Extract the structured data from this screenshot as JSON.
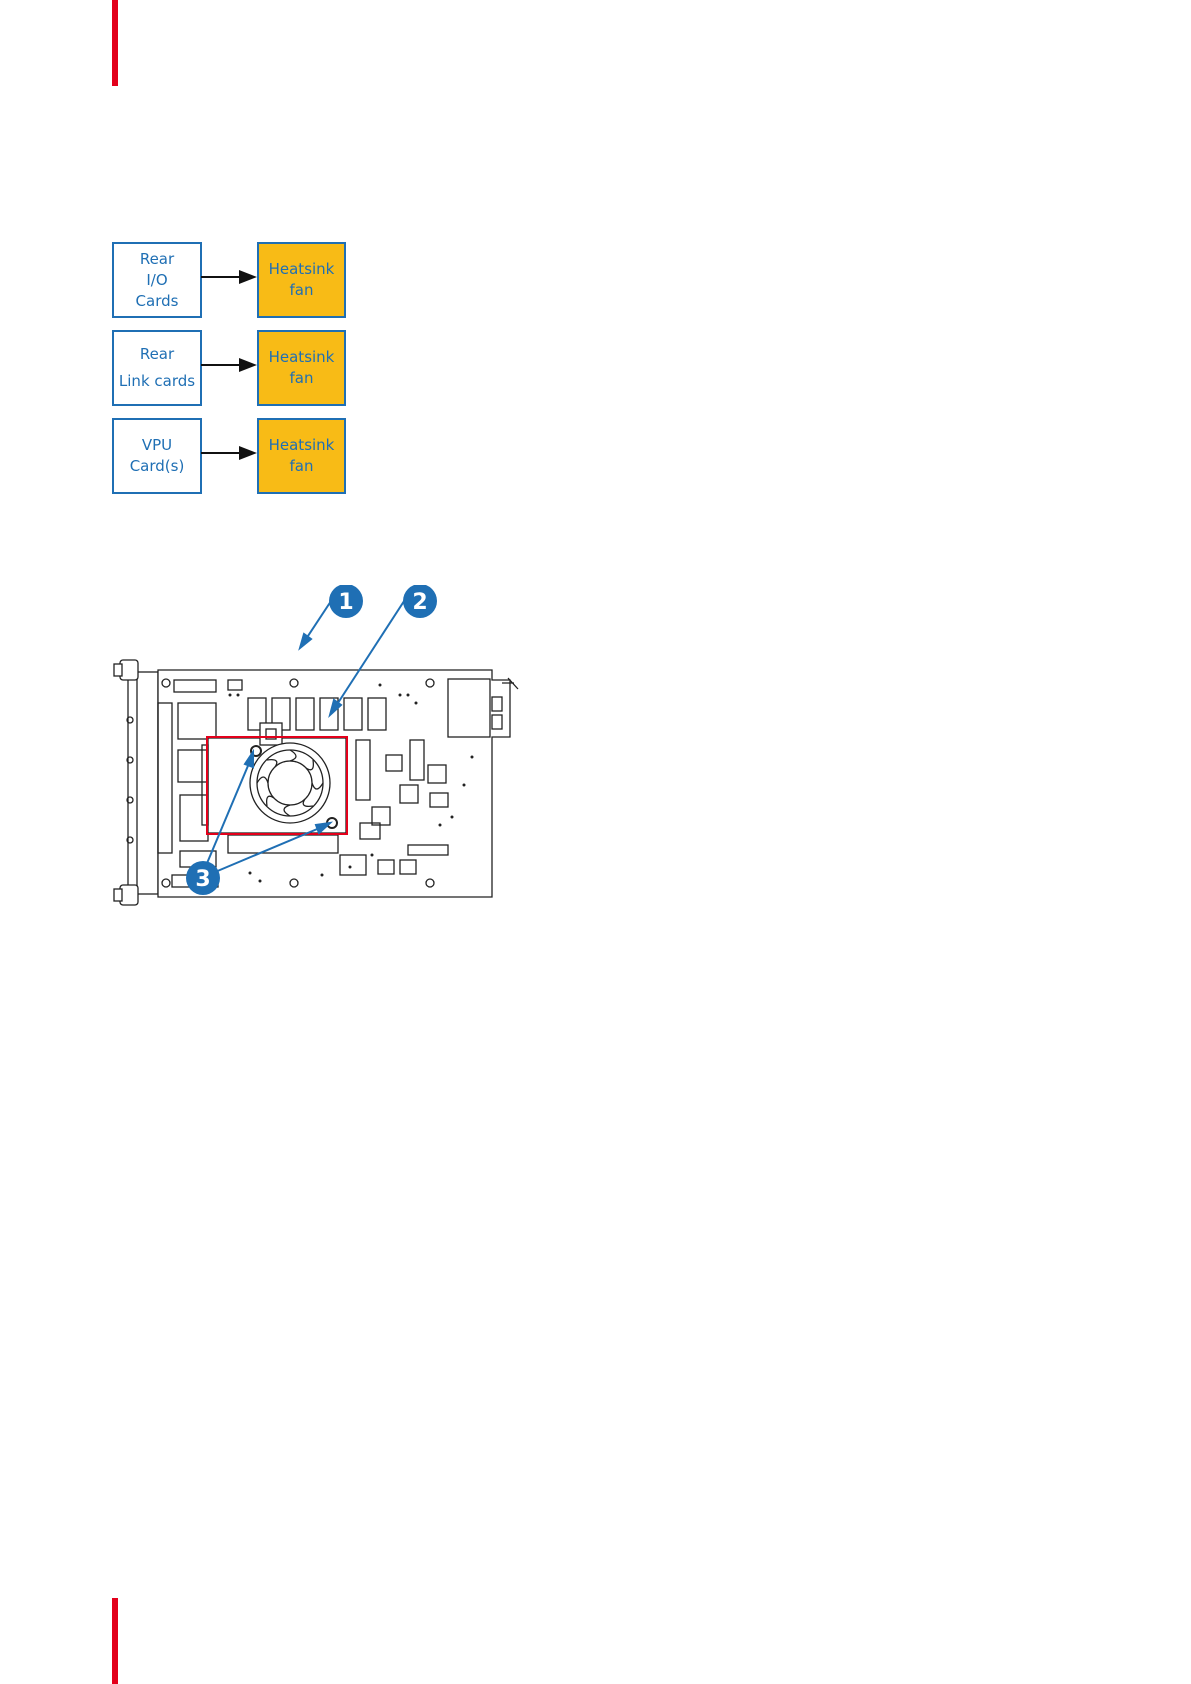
{
  "flow_diagram": {
    "rows": [
      {
        "source_lines": [
          "Rear",
          "I/O",
          "Cards"
        ],
        "target_lines": [
          "Heatsink",
          "fan"
        ]
      },
      {
        "source_lines": [
          "Rear",
          "Link cards"
        ],
        "target_lines": [
          "Heatsink",
          "fan"
        ]
      },
      {
        "source_lines": [
          "VPU",
          "Card(s)"
        ],
        "target_lines": [
          "Heatsink",
          "fan"
        ]
      }
    ]
  },
  "board_illustration": {
    "callouts": [
      "1",
      "2",
      "3"
    ],
    "colors": {
      "callout": "#1f6fb4",
      "highlight": "#e3001b",
      "line": "#222222"
    }
  }
}
